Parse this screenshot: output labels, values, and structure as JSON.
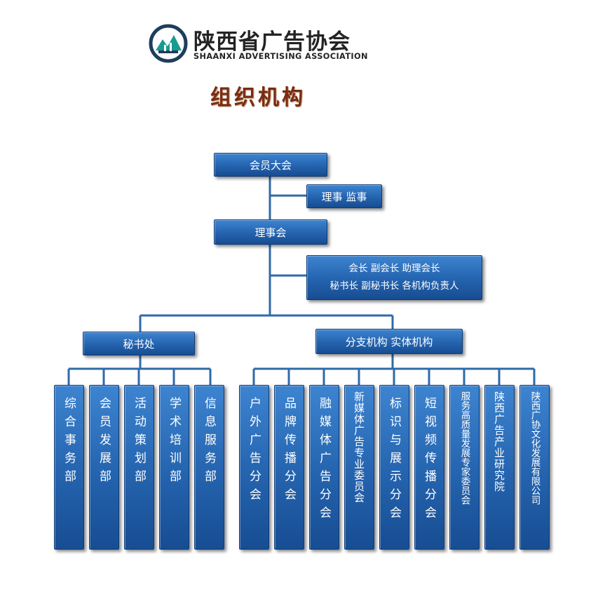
{
  "logo": {
    "cn": "陕西省广告协会",
    "en": "SHAANXI ADVERTISING ASSOCIATION",
    "colors": {
      "dark": "#1f3d5c",
      "teal": "#1a9a92"
    }
  },
  "title": "组织机构",
  "org": {
    "assembly": "会员大会",
    "supervisors": "理事 监事",
    "council": "理事会",
    "leaders": {
      "line1": "会长 副会长 助理会长",
      "line2": "秘书长 副秘书长 各机构负责人"
    },
    "secretariat": "秘书处",
    "branches": "分支机构 实体机构",
    "departments": [
      "综合事务部",
      "会员发展部",
      "活动策划部",
      "学术培训部",
      "信息服务部"
    ],
    "units": [
      "户外广告分会",
      "品牌传播分会",
      "融媒体广告分会",
      "新媒体广告专业委员会",
      "标识与展示分会",
      "短视频传播分会",
      "服务高质量发展专家委员会",
      "陕西广告产业研究院",
      "陕西广协文化发展有限公司"
    ]
  },
  "colors": {
    "box_top": "#3d84d0",
    "box_bottom": "#174d92",
    "line": "#2f6aa8",
    "title": "#7a2c10"
  }
}
